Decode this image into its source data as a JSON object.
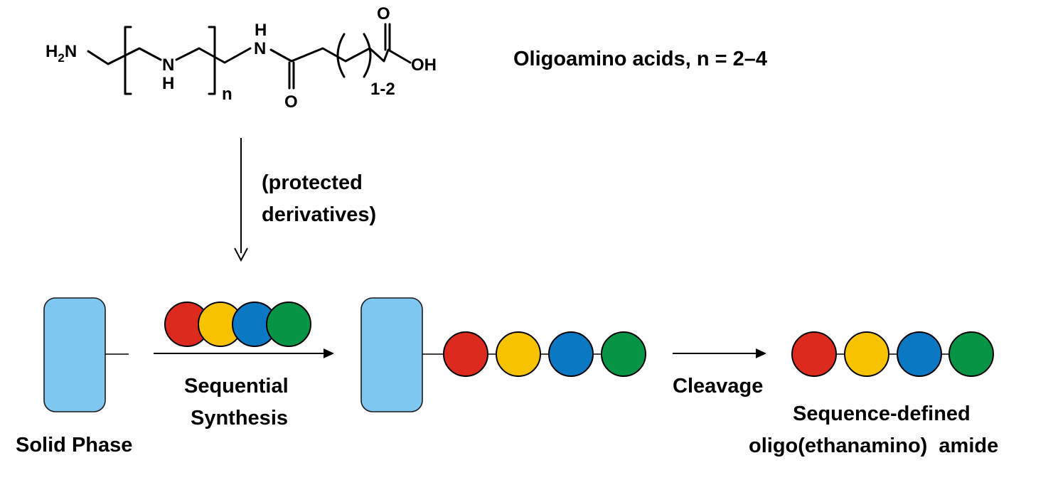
{
  "structure": {
    "h2n_main": "H",
    "h2n_sub": "2",
    "h2n_tail": "N",
    "nh_n": "N",
    "nh_h": "H",
    "repeat_n": "n",
    "amide_h": "H",
    "amide_n": "N",
    "amide_o": "O",
    "acid_o": "O",
    "acid_oh": "OH",
    "chain_repeat": "1-2"
  },
  "labels": {
    "title": "Oligoamino acids, n = 2–4",
    "protected_line1": "(protected",
    "protected_line2": "derivatives)",
    "solid_phase": "Solid Phase",
    "sequential_line1": "Sequential",
    "sequential_line2": "Synthesis",
    "cleavage": "Cleavage",
    "product_line1": "Sequence-defined",
    "product_line2": "oligo(ethanamino)  amide"
  },
  "colors": {
    "resin": "#7dc7f1",
    "bead_1_red": "#dc2a1f",
    "bead_2_yellow": "#f7c200",
    "bead_3_blue": "#0a78c2",
    "bead_4_green": "#079545"
  }
}
